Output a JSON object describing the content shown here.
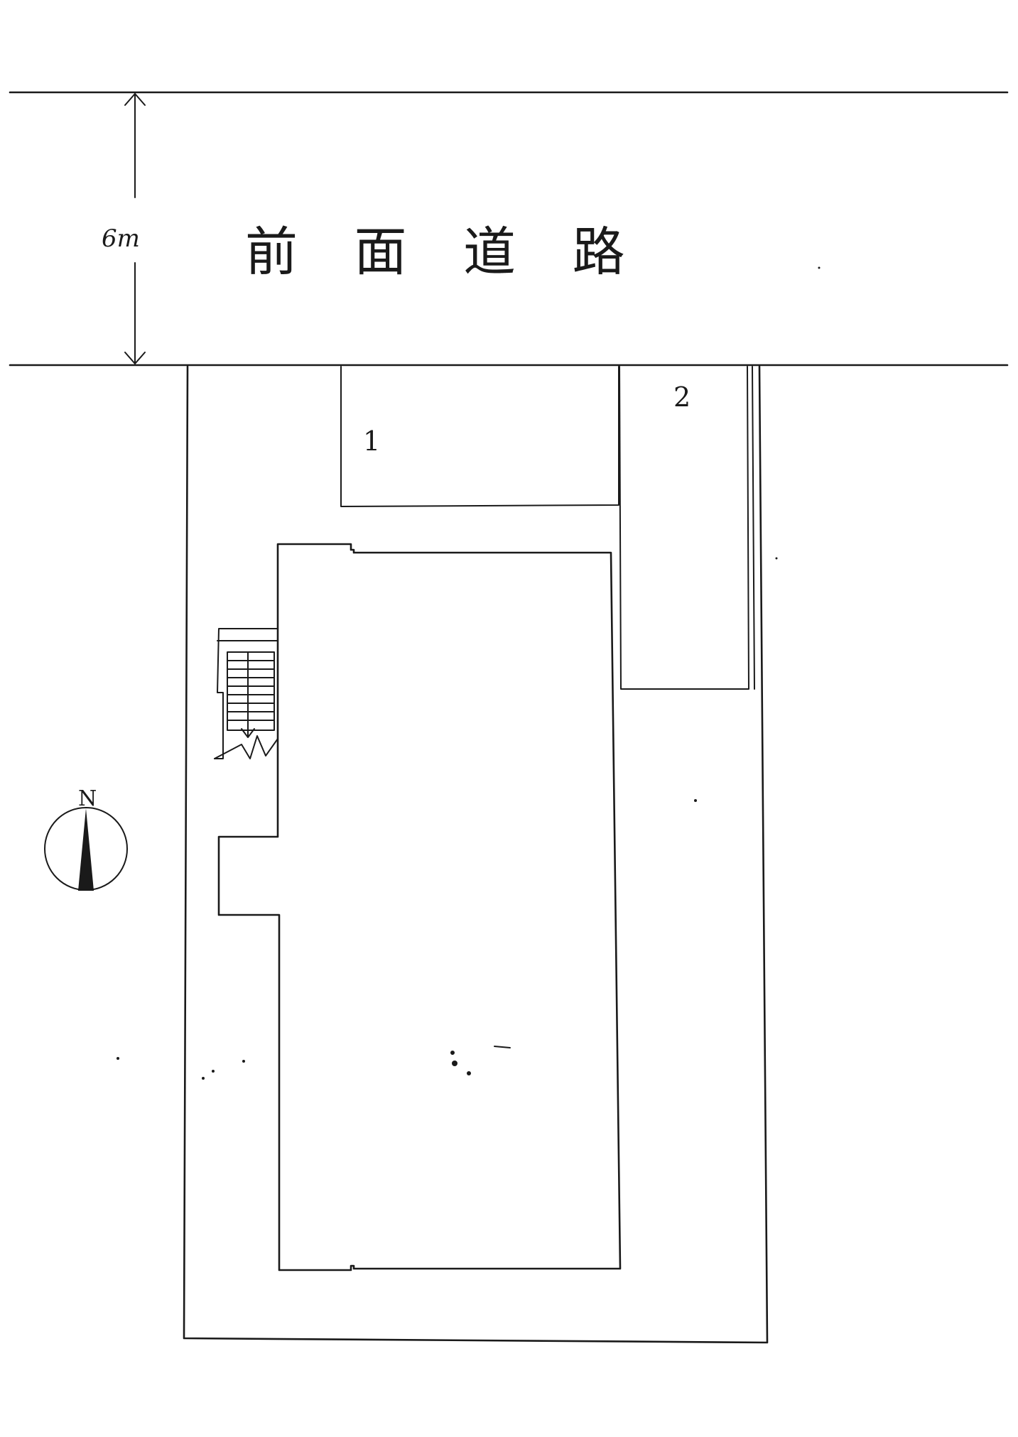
{
  "road": {
    "label": "前 面 道 路",
    "width_label": "6m"
  },
  "parking": [
    {
      "label": "1"
    },
    {
      "label": "2"
    }
  ],
  "compass": {
    "label": "N"
  },
  "colors": {
    "ink": "#1a1a1a",
    "paper": "#ffffff"
  }
}
